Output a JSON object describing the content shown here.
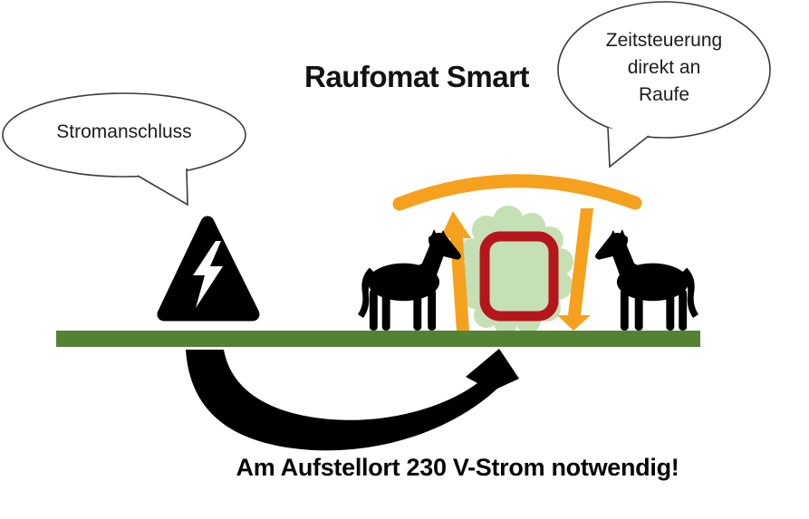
{
  "title": "Raufomat Smart",
  "callouts": {
    "power": {
      "text": "Stromanschluss"
    },
    "timer": {
      "line1": "Zeitsteuerung",
      "line2": "direkt an",
      "line3": "Raufe"
    }
  },
  "footer": {
    "text": "Am Aufstellort 230 V-Strom notwendig!"
  },
  "icons": {
    "warning": "high-voltage-warning-triangle-icon",
    "left_horse": "horse-silhouette-icon",
    "right_horse": "horse-silhouette-icon",
    "hay": "hay-pile-blob-icon",
    "feeder_frame": "feeder-opening-frame-icon",
    "timer_cover": "timer-cover-arc-icon",
    "raise_arrow": "orange-up-arrow-icon",
    "lower_arrow": "orange-down-arrow-icon",
    "power_flow": "curved-power-arrow-icon",
    "ground": "ground-bar"
  },
  "colors": {
    "orange": "#F5A11D",
    "feeder_red": "#B5161D",
    "hay_green": "#C5E0B4",
    "ground_green": "#548235",
    "ink": "#000000",
    "bubble_outline": "#3A3A3A"
  }
}
